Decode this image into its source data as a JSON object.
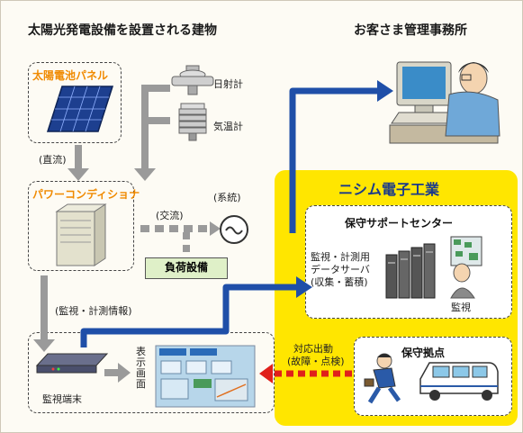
{
  "headers": {
    "building": "太陽光発電設備を設置される建物",
    "office": "お客さま管理事務所"
  },
  "building": {
    "solar_panel": "太陽電池パネル",
    "power_conditioner": "パワーコンディショナ",
    "dc": "(直流)",
    "ac": "(交流)",
    "grid": "(系統)",
    "load": "負荷設備",
    "pyranometer": "日射計",
    "thermometer": "気温計",
    "monitoring_info": "(監視・計測情報)",
    "terminal": "監視端末",
    "display_screen": "表示画面"
  },
  "company": {
    "name": "ニシム電子工業",
    "support_center": "保守サポートセンター",
    "server_lines": [
      "監視・計測用",
      "データサーバ",
      "(収集・蓄積)"
    ],
    "monitor": "監視",
    "base": "保守拠点",
    "dispatch_lines": [
      "対応出動",
      "(故障・点検)"
    ]
  },
  "colors": {
    "yellow_area": "#ffe600",
    "blue_line": "#1f4fa8",
    "red_dashed": "#e0201b",
    "gray_arrow": "#9a9a9a",
    "orange_label": "#f08a00",
    "load_box": "#dff0c8"
  }
}
